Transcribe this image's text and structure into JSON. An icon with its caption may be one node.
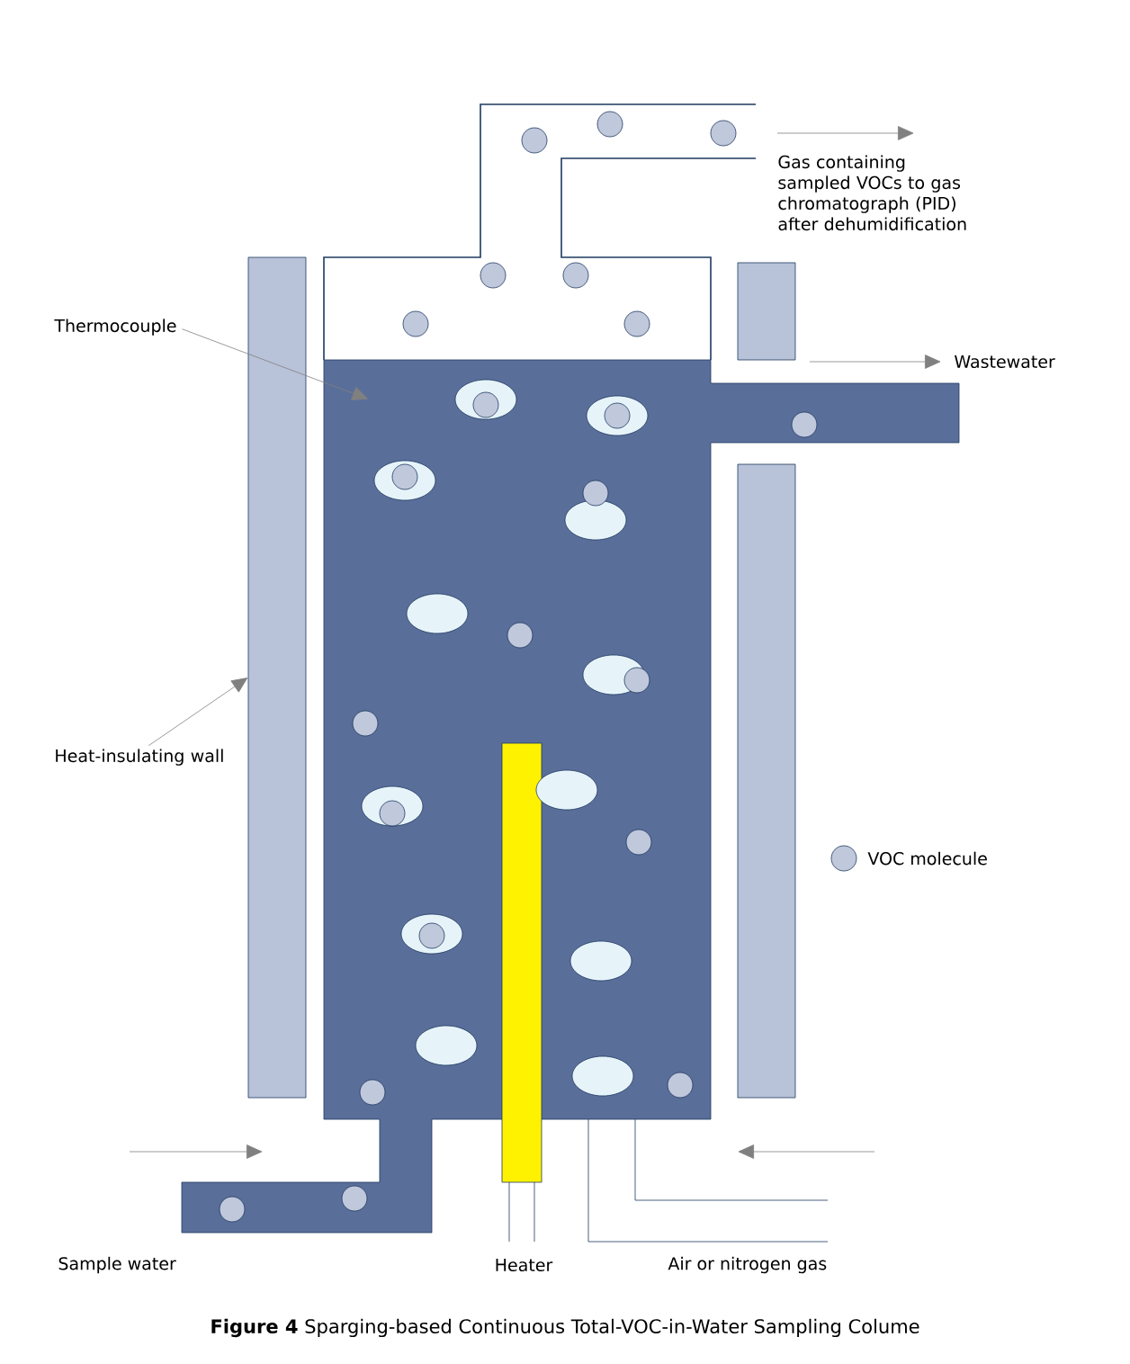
{
  "diagram": {
    "caption": "**Figure 4** Sparging-based Continuous Total-VOC-in-Water Sampling Colume",
    "nodes": [
      {
        "text": [
          "Thermocouple"
        ]
      },
      {
        "text": [
          "Heat-insulating wall"
        ]
      },
      {
        "text": [],
        "shape": "box"
      },
      {
        "text": [],
        "shape": "bar"
      }
    ],
    "edges": [
      {
        "from": 0,
        "to": 2,
        "arrow": "to"
      },
      {
        "from": 1,
        "to": 3,
        "arrow": "to"
      }
    ],
    "labels": [
      "Gas containing sampled VOCs to gas chromatograph (PID) after dehumidification",
      "Wastewater",
      "Sample water",
      "Heater",
      "Air or nitrogen gas"
    ],
    "legend": [
      {
        "text": "VOC molecule"
      }
    ]
  }
}
